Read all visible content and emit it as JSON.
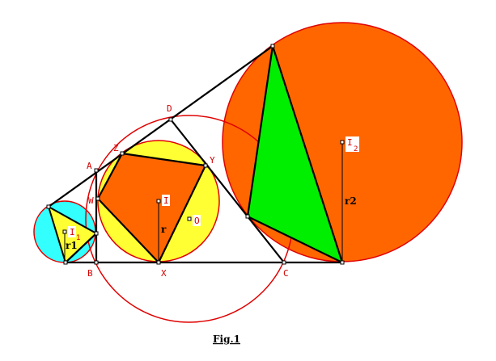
{
  "colors": {
    "cyan": "#33ffff",
    "yellow": "#ffff33",
    "orange": "#ff6600",
    "green": "#00ee00",
    "red": "#e00000",
    "black": "#000000",
    "label": "#d40000"
  },
  "points": {
    "A": "A",
    "B": "B",
    "C": "C",
    "D": "D",
    "X": "X",
    "Y": "Y",
    "Z": "Z",
    "W": "W",
    "I": "I",
    "O": "O",
    "I1": "I",
    "I1_sub": "1",
    "I2": "I",
    "I2_sub": "2"
  },
  "segments": {
    "r": "r",
    "r1": "r1",
    "r2": "r2"
  },
  "caption": "Fig.1"
}
